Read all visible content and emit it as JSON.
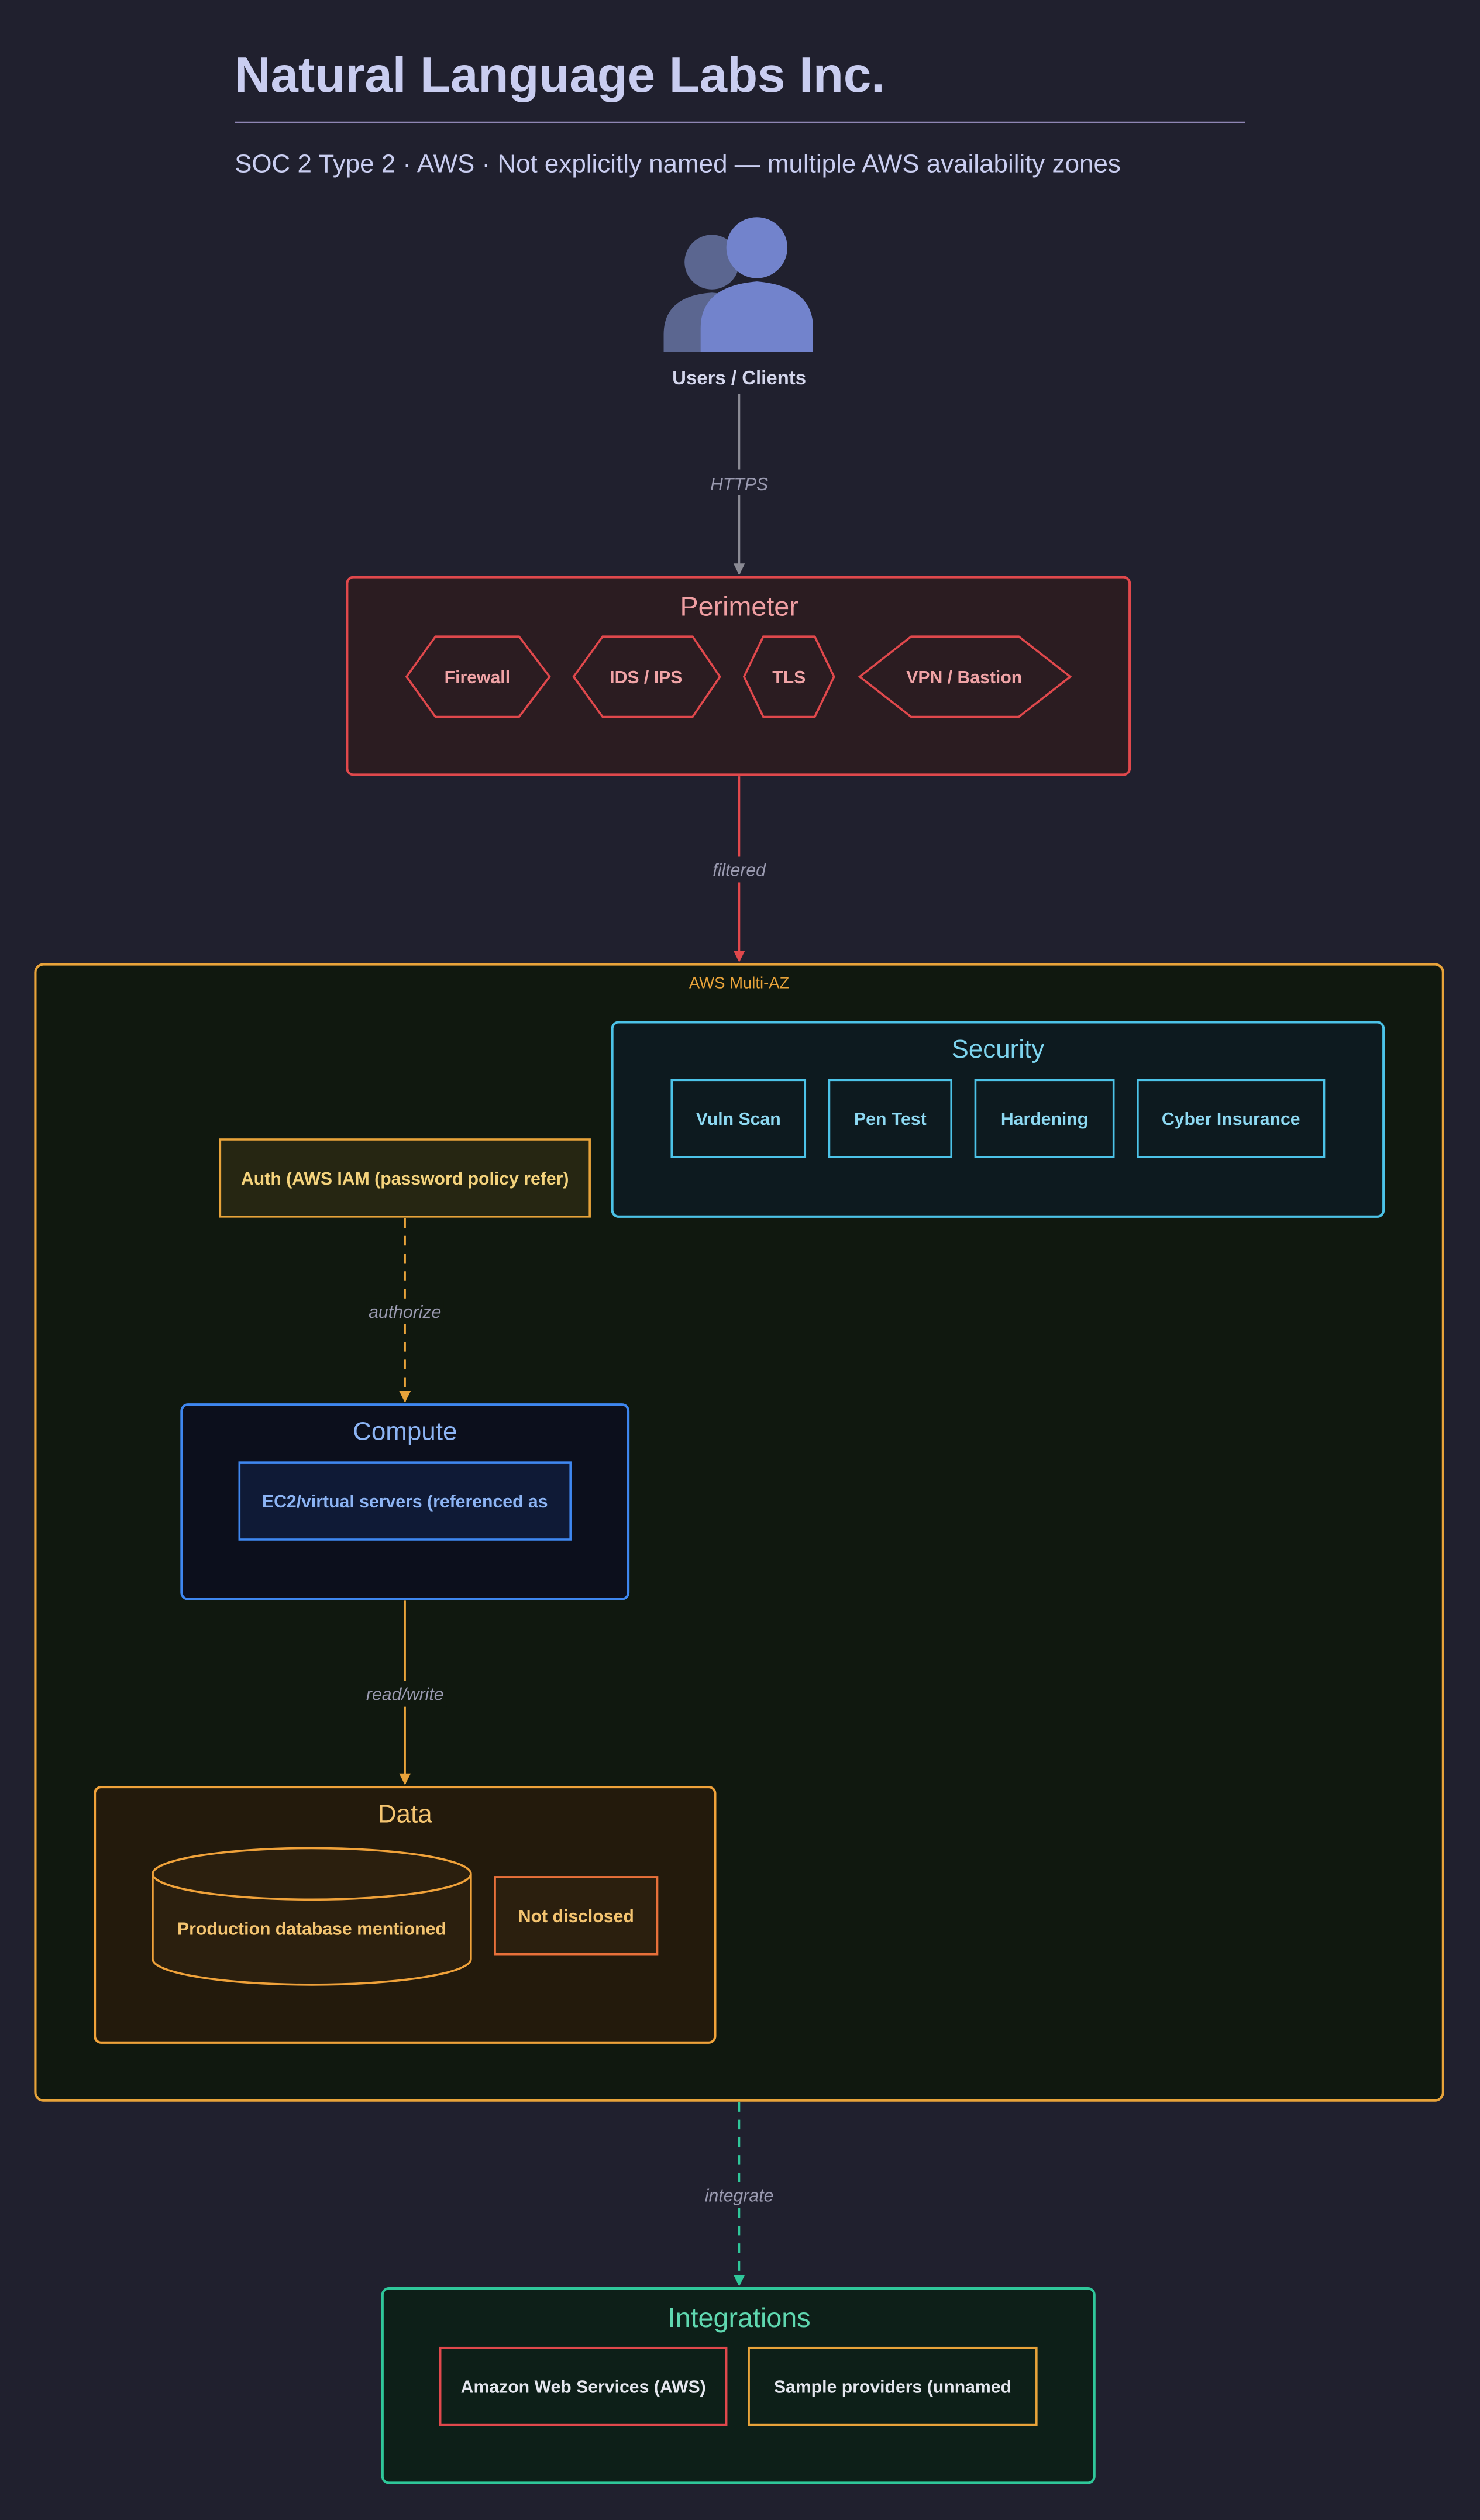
{
  "header": {
    "title": "Natural Language Labs Inc.",
    "subtitle": "SOC 2 Type 2 · AWS · Not explicitly named — multiple AWS availability zones"
  },
  "users": {
    "label": "Users / Clients",
    "icon": "users-icon"
  },
  "edges": {
    "https": "HTTPS",
    "filtered": "filtered",
    "authorize": "authorize",
    "read_write": "read/write",
    "integrate": "integrate"
  },
  "perimeter": {
    "title": "Perimeter",
    "items": [
      "Firewall",
      "IDS / IPS",
      "TLS",
      "VPN / Bastion"
    ]
  },
  "cloud": {
    "label": "AWS Multi-AZ"
  },
  "security": {
    "title": "Security",
    "items": [
      "Vuln Scan",
      "Pen Test",
      "Hardening",
      "Cyber Insurance"
    ]
  },
  "auth": {
    "label": "Auth (AWS IAM (password policy refer)"
  },
  "compute": {
    "title": "Compute",
    "items": [
      "EC2/virtual servers (referenced as"
    ]
  },
  "data": {
    "title": "Data",
    "database": "Production database mentioned",
    "store": "Not disclosed"
  },
  "integrations": {
    "title": "Integrations",
    "items": [
      "Amazon Web Services (AWS)",
      "Sample providers (unnamed"
    ]
  },
  "colors": {
    "background": "#20202e",
    "perimeter": "#e0484c",
    "cloud": "#e8a33a",
    "security": "#4cc3e8",
    "compute": "#3f87f0",
    "data": "#f0a23a",
    "integrations": "#2fc79a",
    "users": "#7283cc"
  }
}
